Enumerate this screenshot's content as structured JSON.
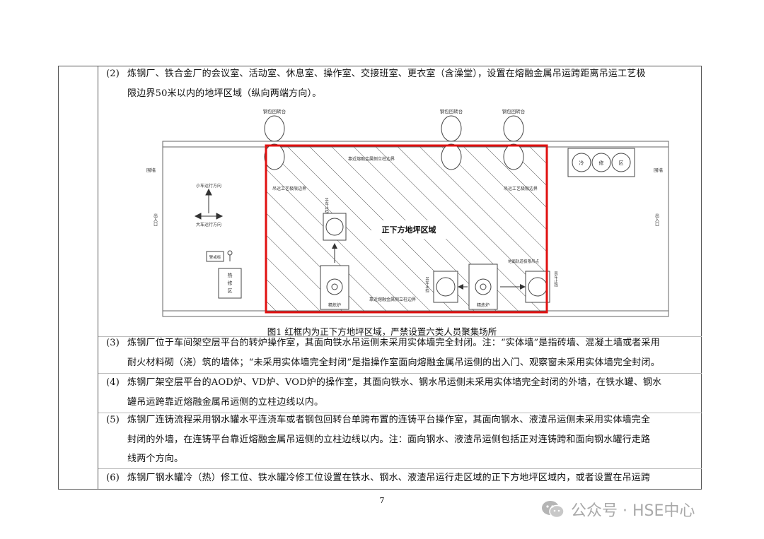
{
  "para2": {
    "num": "(2)",
    "line1": "炼钢厂、铁合金厂的会议室、活动室、休息室、操作室、交接班室、更衣室（含澡堂），设置在熔融金属吊运跨距离吊运工艺极",
    "line2": "限边界50米以内的地坪区域（纵向两端方向）。"
  },
  "figure": {
    "caption": "图1 红框内为正下方地坪区域，严禁设置六类人员聚集场所",
    "labels": {
      "turret1": "钢包回转台",
      "turret2": "钢包回转台",
      "turret3": "钢包回转台",
      "cold_repair": [
        "冷",
        "修",
        "区"
      ],
      "wall_left": "围墙",
      "wall_right": "围墙",
      "trolley_dir": "小车运行方向",
      "crane_dir": "大车运行方向",
      "exit_left": "出入口",
      "exit_right": "出入口",
      "board": "警戒标",
      "hot_repair": [
        "热",
        "修",
        "区"
      ],
      "column_line_top": "靠近熔融金属侧立柱边界",
      "column_line_bottom": "靠近熔融金属侧立柱边界",
      "limit_left": "吊运工艺极限边界",
      "limit_right": "吊运工艺极限边界",
      "fixed_stop_1": "吊车止挡",
      "fixed_stop_2": "吊车止挡",
      "fixed_stop_3": "吊车止挡",
      "ground_limit": "地面轨道极限吊点",
      "furnace_1": "精炼炉",
      "furnace_2": "精炼炉",
      "zone": "正下方地坪区域"
    },
    "highlight_color": "#e01010"
  },
  "para3": {
    "num": "(3)",
    "line1": "炼钢厂位于车间架空层平台的转炉操作室，其面向铁水吊运侧未采用实体墙完全封闭。注：“实体墙”是指砖墙、混凝土墙或者采用",
    "line2": "耐火材料砌（浇）筑的墙体；“未采用实体墙完全封闭”是指操作室面向熔融金属吊运侧的出入门、观察窗未采用实体墙完全封闭。"
  },
  "para4": {
    "num": "(4)",
    "line1": "炼钢厂架空层平台的AOD炉、VD炉、VOD炉的操作室，其面向铁水、钢水吊运侧未采用实体墙完全封闭的外墙，在铁水罐、钢水",
    "line2": "罐吊运跨靠近熔融金属吊运侧的立柱边线以内。"
  },
  "para5": {
    "num": "(5)",
    "line1": "炼钢厂连铸流程采用钢水罐水平连浇车或者钢包回转台单跨布置的连铸平台操作室，其面向钢水、液渣吊运侧未采用实体墙完全",
    "line2": "封闭的外墙，在连铸平台靠近熔融金属吊运侧的立柱边线以内。注：面向钢水、液渣吊运侧包括正对连铸跨和面向钢水罐行走路",
    "line3": "线两个方向。"
  },
  "para6": {
    "num": "(6)",
    "line1": "炼钢厂钢水罐冷（热）修工位、铁水罐冷修工位设置在铁水、钢水、液渣吊运行走区域的正下方地坪区域内，或者设置在吊运跨"
  },
  "page_number": "7",
  "watermark": "公众号 · HSE中心"
}
